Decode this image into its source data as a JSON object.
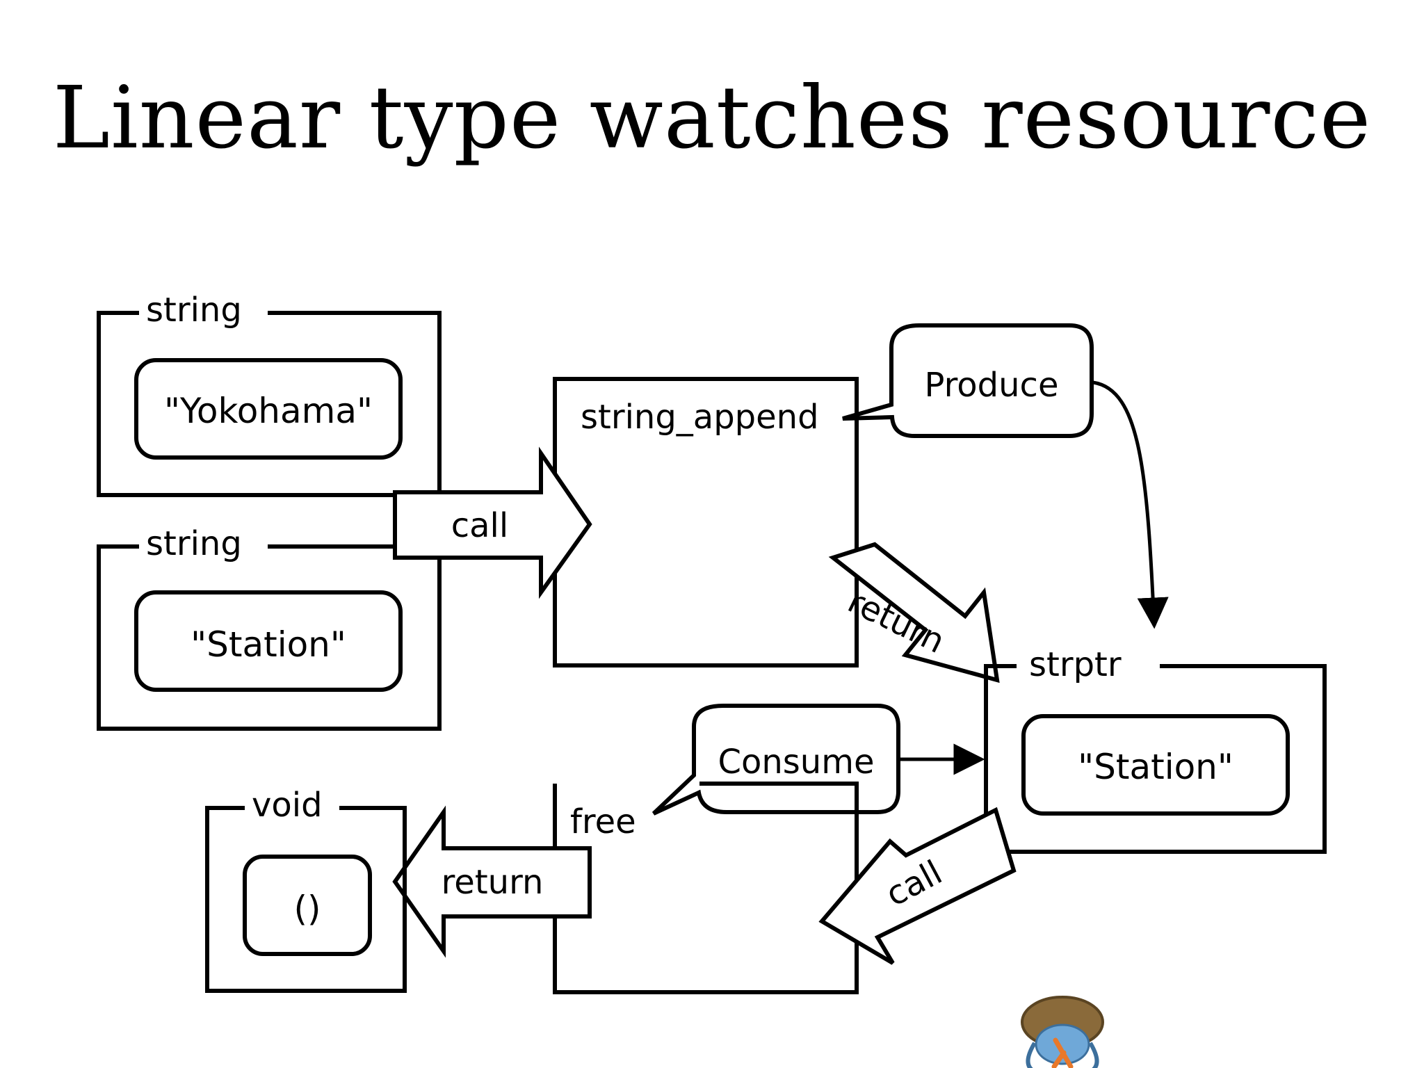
{
  "slide": {
    "title": "Linear type watches resource"
  },
  "diagram": {
    "type_yokohama": "string",
    "value_yokohama": "\"Yokohama\"",
    "type_station": "string",
    "value_station": "\"Station\"",
    "func_append": "string_append",
    "call_append": "call",
    "bubble_produce": "Produce",
    "return_append": "return",
    "type_strptr": "strptr",
    "value_strptr": "\"Station\"",
    "bubble_consume": "Consume",
    "func_free": "free",
    "call_free": "call",
    "return_free": "return",
    "type_void": "void",
    "value_void": "()"
  },
  "colors": {
    "ink": "#000000",
    "background": "#ffffff",
    "logo_shell": "#8a6a3a",
    "logo_body": "#6fa8d8",
    "logo_lambda": "#e8782a"
  }
}
